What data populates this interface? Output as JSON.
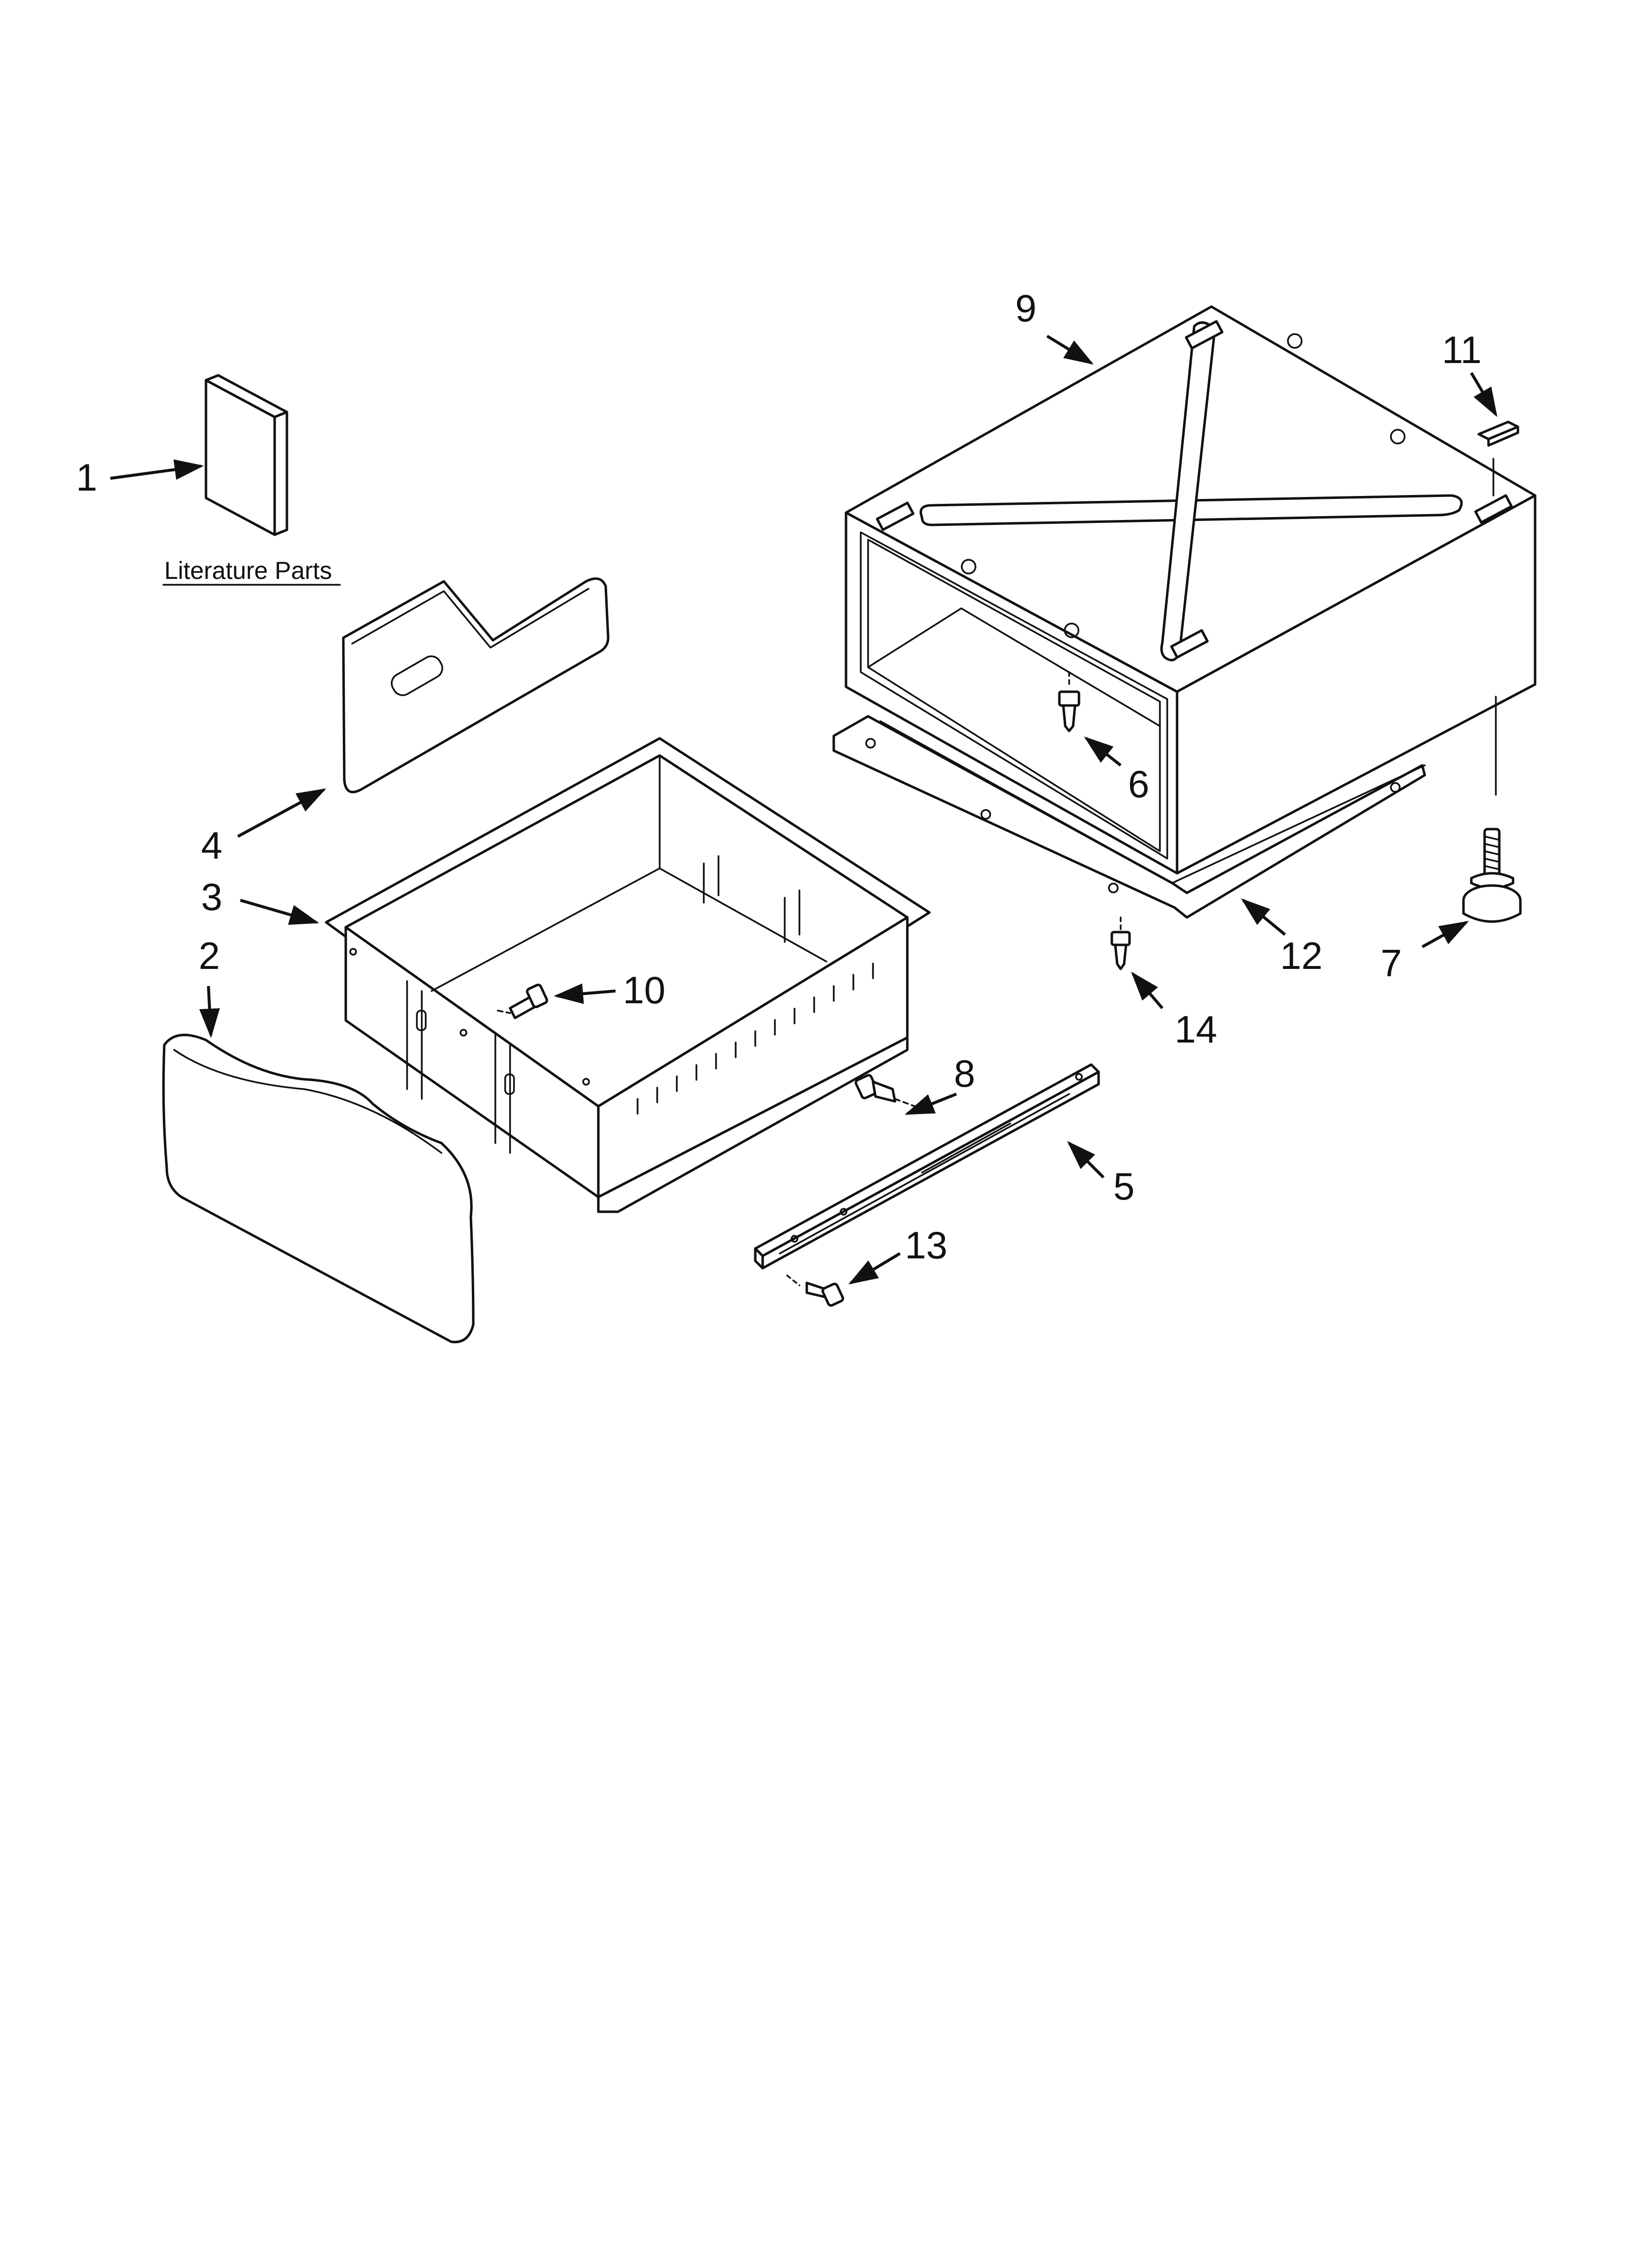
{
  "diagram": {
    "literature_label": "Literature Parts",
    "callouts": [
      "1",
      "2",
      "3",
      "4",
      "5",
      "6",
      "7",
      "8",
      "9",
      "10",
      "11",
      "12",
      "13",
      "14"
    ]
  }
}
